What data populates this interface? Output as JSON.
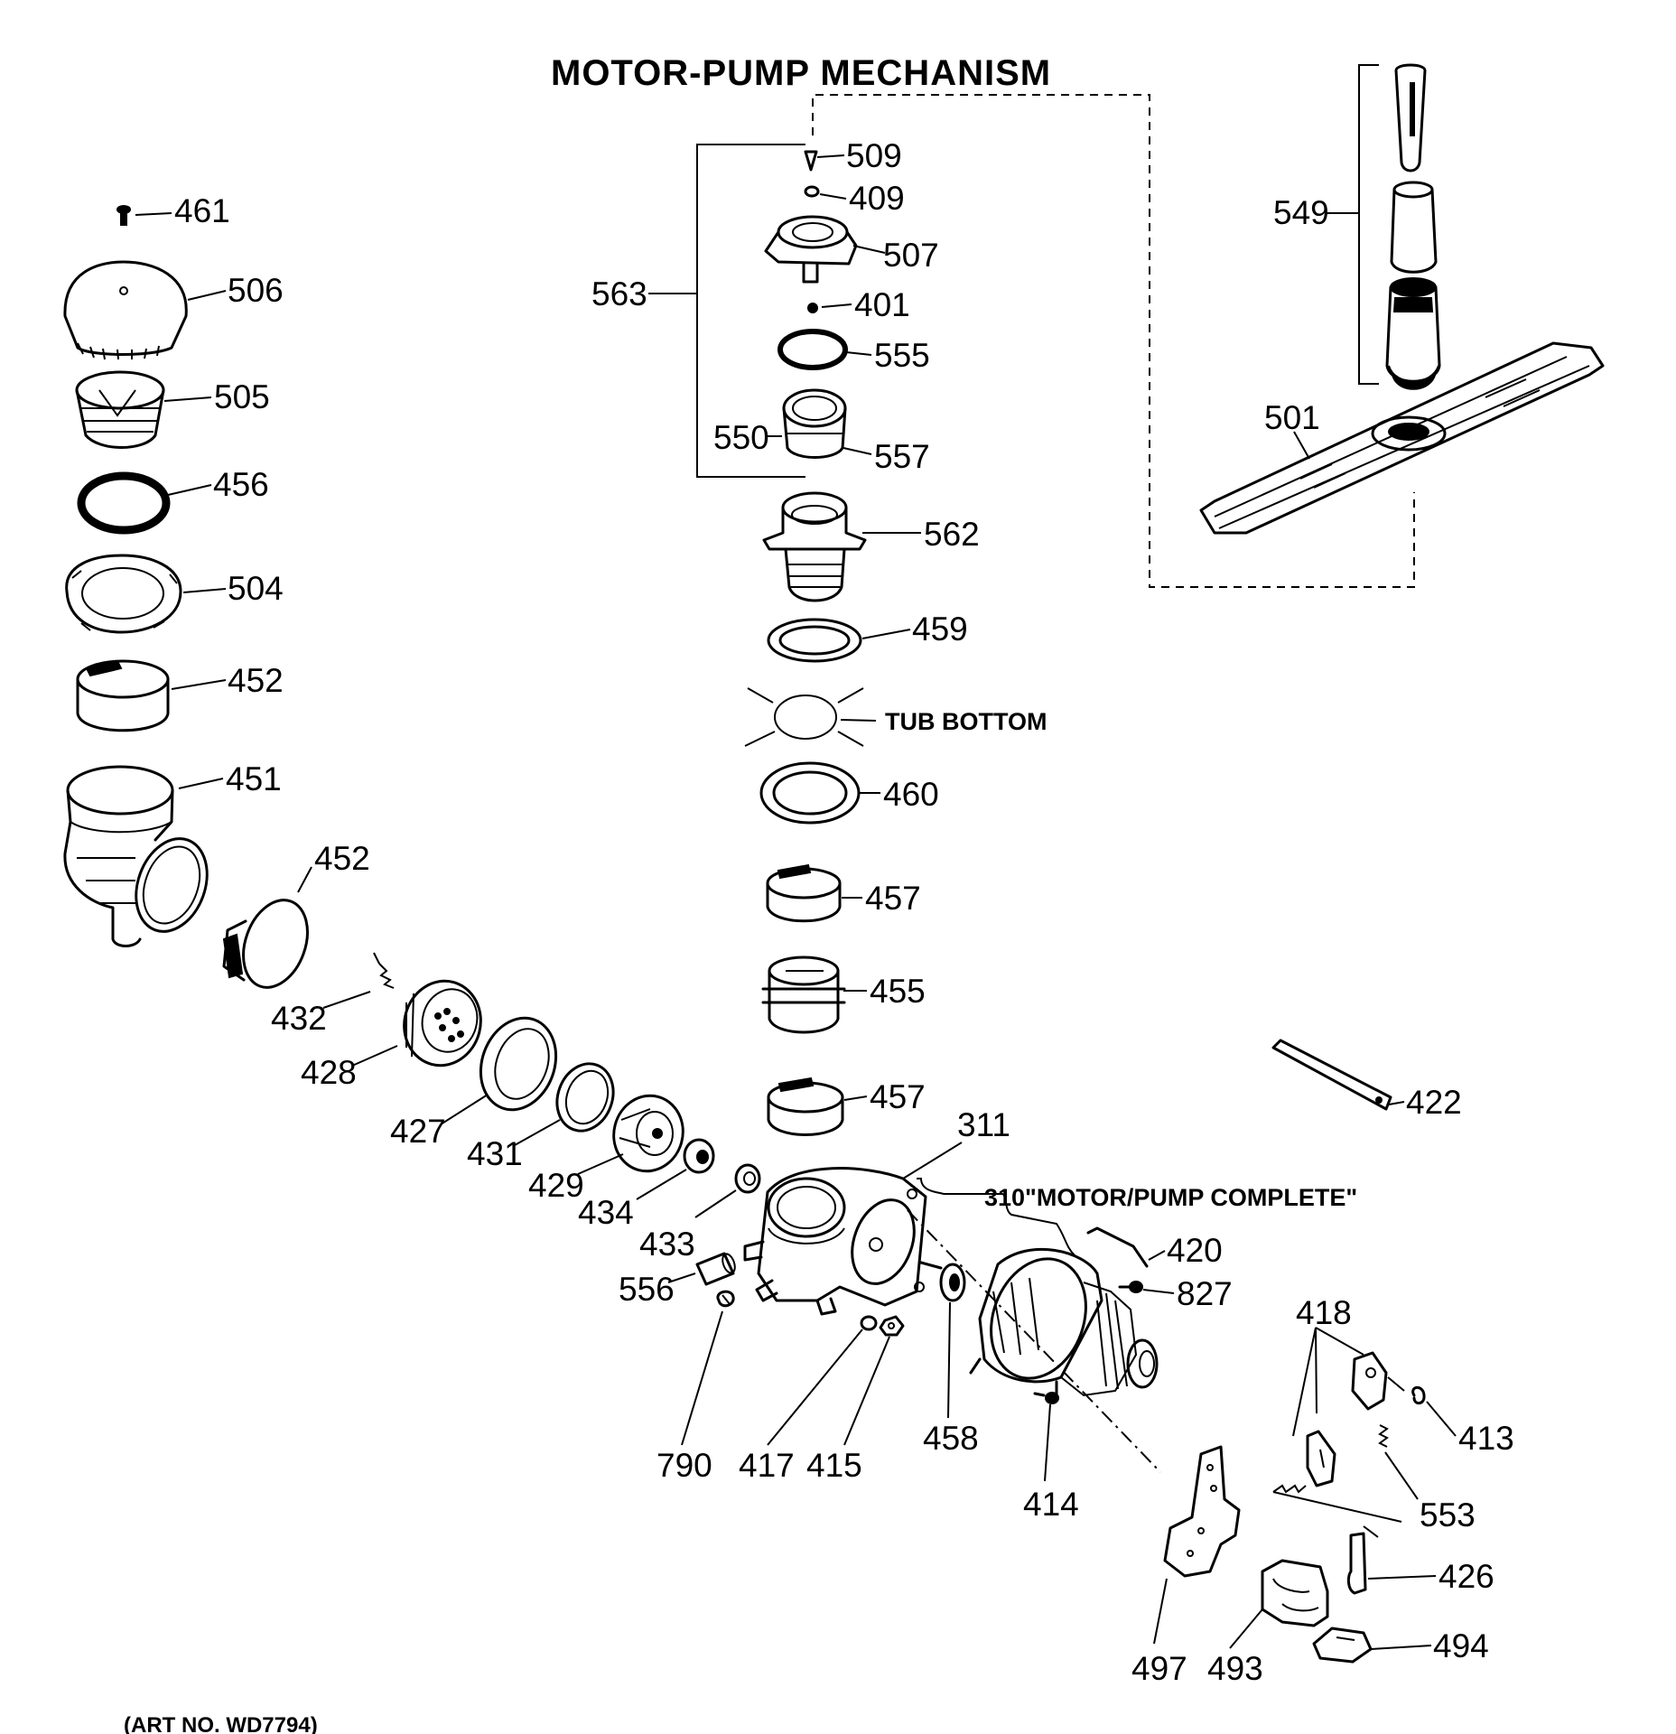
{
  "title": "MOTOR-PUMP MECHANISM",
  "notes": {
    "tub_bottom": "TUB BOTTOM",
    "motor_pump_complete": "310\"MOTOR/PUMP COMPLETE\"",
    "art_number": "(ART NO. WD7794)"
  },
  "part_labels": {
    "p461": "461",
    "p506": "506",
    "p505": "505",
    "p456": "456",
    "p504": "504",
    "p452a": "452",
    "p451": "451",
    "p452b": "452",
    "p432": "432",
    "p428": "428",
    "p427": "427",
    "p431": "431",
    "p429": "429",
    "p434": "434",
    "p433": "433",
    "p556": "556",
    "p790": "790",
    "p417": "417",
    "p415": "415",
    "p458": "458",
    "p414": "414",
    "p311": "311",
    "p420": "420",
    "p827": "827",
    "p563": "563",
    "p509": "509",
    "p409": "409",
    "p507": "507",
    "p401": "401",
    "p555": "555",
    "p550": "550",
    "p557": "557",
    "p562": "562",
    "p459": "459",
    "p460": "460",
    "p457a": "457",
    "p455": "455",
    "p457b": "457",
    "p549": "549",
    "p501": "501",
    "p422": "422",
    "p418": "418",
    "p413": "413",
    "p553": "553",
    "p426": "426",
    "p494": "494",
    "p497": "497",
    "p493": "493"
  }
}
